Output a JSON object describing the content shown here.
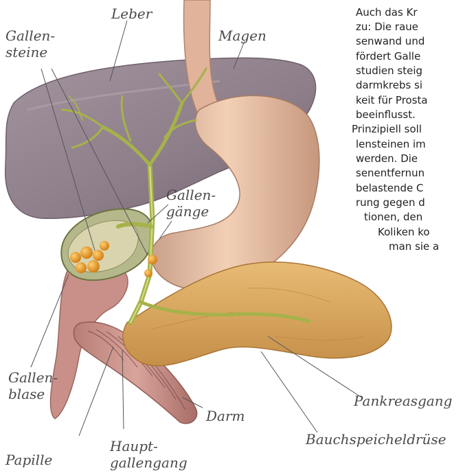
{
  "labels": {
    "leber": "Leber",
    "gallensteine_1": "Gallen-",
    "gallensteine_2": "steine",
    "magen": "Magen",
    "gallengaenge_1": "Gallen-",
    "gallengaenge_2": "gänge",
    "gallenblase_1": "Gallen-",
    "gallenblase_2": "blase",
    "darm": "Darm",
    "pankreasgang": "Pankreasgang",
    "papille": "Papille",
    "hauptgallengang_1": "Haupt-",
    "hauptgallengang_2": "gallengang",
    "bauchspeicheldruese": "Bauchspeicheldrüse"
  },
  "body_text": [
    "Auch das Kr",
    "zu: Die raue",
    "senwand und",
    "fördert Galle",
    "studien steig",
    "darmkrebs si",
    "keit für Prosta",
    "beeinflusst.",
    "Prinzipiell soll",
    "lensteinen im",
    "werden. Die",
    "senentfernun",
    "belastende C",
    "rung gegen d",
    "tionen, den",
    "Koliken ko",
    "man sie a"
  ],
  "colors": {
    "liver": "#8e7f86",
    "stomach": "#e3b89a",
    "pancreas": "#d9a760",
    "intestine": "#c48a82",
    "bile_duct": "#a9b44a",
    "gallstone": "#f0a020",
    "label_text": "#4a4a4a"
  }
}
